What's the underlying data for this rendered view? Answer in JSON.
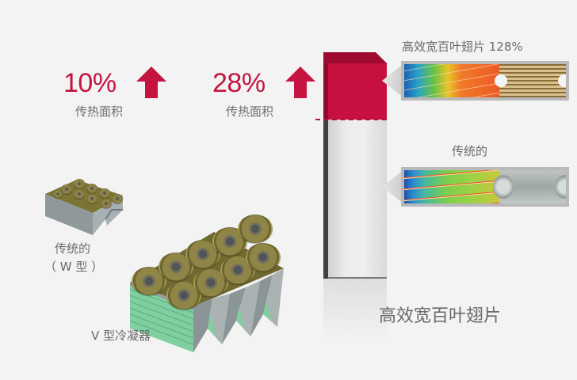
{
  "stats": [
    {
      "value": "10%",
      "label": "传热面积",
      "icon": "up-arrow-icon"
    },
    {
      "value": "28%",
      "label": "传热面积",
      "icon": "up-arrow-icon"
    }
  ],
  "fins": {
    "high_efficiency": {
      "title": "高效宽百叶翅片 128%"
    },
    "traditional": {
      "title": "传统的"
    }
  },
  "bar_caption": "高效宽百叶翅片",
  "condensers": {
    "traditional": {
      "line1": "传统的",
      "line2": "（ W 型 ）"
    },
    "v_type": {
      "label": "V 型冷凝器"
    }
  },
  "colors": {
    "accent": "#c4143f",
    "text": "#6a6a6a",
    "background": "#f3f3f3"
  }
}
